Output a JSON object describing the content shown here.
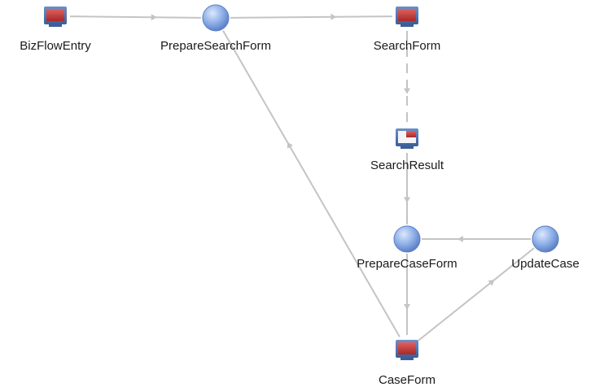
{
  "diagram": {
    "nodes": [
      {
        "id": "biz",
        "label": "BizFlowEntry",
        "shape": "screen-icon"
      },
      {
        "id": "pss",
        "label": "PrepareSearchForm",
        "shape": "action-circle"
      },
      {
        "id": "sf",
        "label": "SearchForm",
        "shape": "screen-icon"
      },
      {
        "id": "sr",
        "label": "SearchResult",
        "shape": "result-screen-icon"
      },
      {
        "id": "pcf",
        "label": "PrepareCaseForm",
        "shape": "action-circle"
      },
      {
        "id": "uc",
        "label": "UpdateCase",
        "shape": "action-circle"
      },
      {
        "id": "cf",
        "label": "CaseForm",
        "shape": "screen-icon"
      }
    ],
    "edges": [
      {
        "from": "biz",
        "to": "pss",
        "style": "solid"
      },
      {
        "from": "pss",
        "to": "sf",
        "style": "solid"
      },
      {
        "from": "sf",
        "to": "sr",
        "style": "dashed"
      },
      {
        "from": "sr",
        "to": "pcf",
        "style": "solid"
      },
      {
        "from": "uc",
        "to": "pcf",
        "style": "solid"
      },
      {
        "from": "pcf",
        "to": "cf",
        "style": "solid"
      },
      {
        "from": "cf",
        "to": "uc",
        "style": "solid"
      },
      {
        "from": "cf",
        "to": "pss",
        "style": "solid"
      }
    ],
    "colors": {
      "edge": "#c4c4c4",
      "screen_frame": "#4a6fa8",
      "screen_fill": "#c83c3c",
      "circle_fill": "#8fb0e8",
      "circle_stroke": "#5a7ec4"
    }
  }
}
